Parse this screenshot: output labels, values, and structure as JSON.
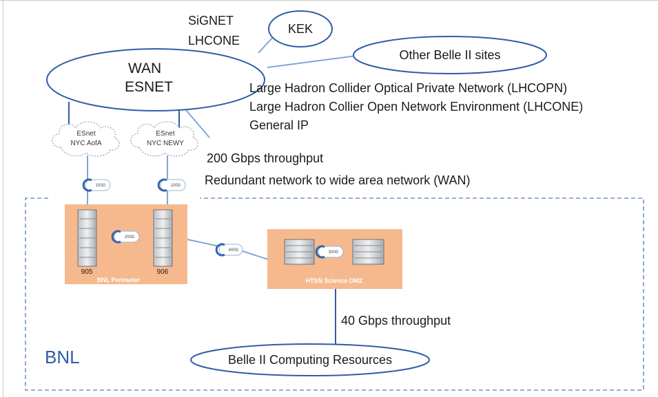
{
  "wan": {
    "line1": "WAN",
    "line2": "ESNET"
  },
  "upstream_label": {
    "line1": "SiGNET",
    "line2": "LHCONE"
  },
  "kek": "KEK",
  "other_sites": "Other Belle II sites",
  "networks": [
    "Large Hadron Collider Optical Private Network (LHCOPN)",
    "Large Hadron Collier Open Network Environment (LHCONE)",
    "General IP"
  ],
  "clouds": [
    {
      "line1": "ESnet",
      "line2": "NYC AofA"
    },
    {
      "line1": "ESnet",
      "line2": "NYC NEWY"
    }
  ],
  "throughput_200": "200 Gbps throughput",
  "redundant": "Redundant network to wide area network (WAN)",
  "links": {
    "left": "100G",
    "right": "100G",
    "perimeter": "200G",
    "uplink": "400G",
    "dmz": "300G"
  },
  "perimeter": {
    "label": "BNL Perimeter",
    "rack_left": "905",
    "rack_right": "906"
  },
  "dmz": {
    "label": "HTSN Science DMZ"
  },
  "throughput_40": "40 Gbps throughput",
  "bnl": "BNL",
  "computing": "Belle II Computing Resources",
  "colors": {
    "ellipse_stroke": "#2e5da6",
    "box_fill": "#f6b98e",
    "dashed_border": "#6f95c9",
    "link": "#7ea6d8"
  }
}
